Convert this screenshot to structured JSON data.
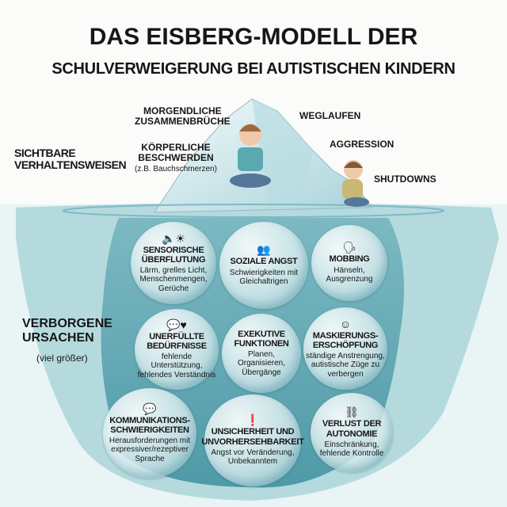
{
  "title": {
    "line1": "DAS EISBERG-MODELL DER",
    "line2": "SCHULVERWEIGERUNG BEI AUTISTISCHEN KINDERN"
  },
  "visible": {
    "heading": "SICHTBARE\nVERHALTENSWEISEN",
    "items": [
      {
        "label": "MORGENDLICHE\nZUSAMMENBRÜCHE"
      },
      {
        "label": "KÖRPERLICHE\nBESCHWERDEN",
        "note": "(z.B. Bauchschmerzen)"
      },
      {
        "label": "WEGLAUFEN"
      },
      {
        "label": "AGGRESSION"
      },
      {
        "label": "SHUTDOWNS"
      }
    ]
  },
  "hidden": {
    "heading": "VERBORGENE\nURSACHEN",
    "subheading": "(viel größer)",
    "causes": [
      {
        "title": "SENSORISCHE\nÜBERFLUTUNG",
        "desc": "Lärm, grelles Licht,\nMenschenmengen,\nGerüche",
        "icon": "speaker-sun-icon"
      },
      {
        "title": "SOZIALE ANGST",
        "desc": "Schwierigkeiten mit\nGleichaltrigen",
        "icon": "children-group-icon"
      },
      {
        "title": "MOBBING",
        "desc": "Hänseln,\nAusgrenzung",
        "icon": "bullying-children-icon"
      },
      {
        "title": "UNERFÜLLTE\nBEDÜRFNISSE",
        "desc": "fehlende Unterstützung,\nfehlendes Verständnis",
        "icon": "speech-heart-icon"
      },
      {
        "title": "EXEKUTIVE\nFUNKTIONEN",
        "desc": "Planen,\nOrganisieren,\nÜbergänge",
        "icon": ""
      },
      {
        "title": "MASKIERUNGS-\nERSCHÖPFUNG",
        "desc": "ständige Anstrengung,\nautistische Züge zu\nverbergen",
        "icon": "mask-face-icon"
      },
      {
        "title": "KOMMUNIKATIONS-\nSCHWIERIGKEITEN",
        "desc": "Herausforderungen mit\nexpressiver/rezeptiver\nSprache",
        "icon": "speech-bubbles-icon"
      },
      {
        "title": "UNSICHERHEIT UND\nUNVORHERSEHBARKEIT",
        "desc": "Angst vor Veränderung,\nUnbekanntem",
        "icon": "exclamation-icon"
      },
      {
        "title": "VERLUST DER\nAUTONOMIE",
        "desc": "Einschränkung,\nfehlende Kontrolle",
        "icon": "chain-icon"
      }
    ]
  },
  "colors": {
    "water": "#8cc6cc",
    "ice": "#d9eef2",
    "deep": "#4f9aa8",
    "text": "#161616"
  }
}
